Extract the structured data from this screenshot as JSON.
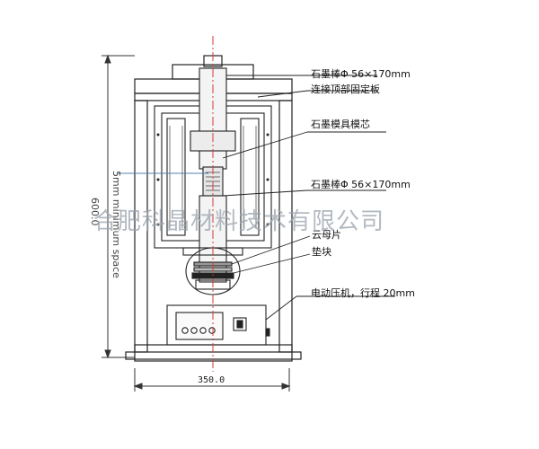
{
  "labels": {
    "top_rod": "石墨棒Φ 56×170mm",
    "top_plate": "连接顶部固定板",
    "mold_core": "石墨模具模芯",
    "bottom_rod": "石墨棒Φ 56×170mm",
    "mica": "云母片",
    "pad": "垫块",
    "press": "电动压机，行程 20mm"
  },
  "dimensions": {
    "width": "350.0",
    "height": "600.0",
    "min_space": "5mm minimum space"
  },
  "watermark": "合肥科晶材料技术有限公司",
  "colors": {
    "line": "#222222",
    "red_center": "#d33a3a",
    "watermark": "#9aa3ad"
  }
}
